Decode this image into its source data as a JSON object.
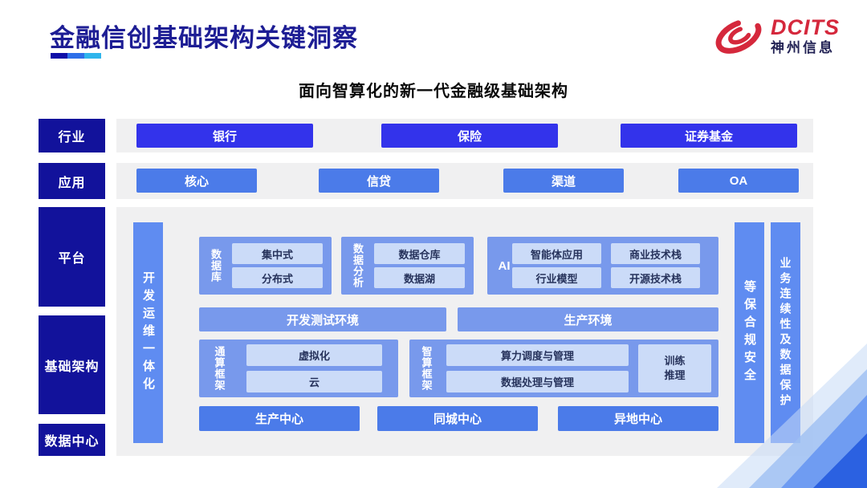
{
  "colors": {
    "brand_red": "#D5283C",
    "title_navy": "#1D1D94",
    "layer_label_navy": "#12129B",
    "industry_button_blue": "#3333EB",
    "app_button_blue": "#4B7BE9",
    "container_blue": "#7899EC",
    "pillar_blue": "#5F8CF1",
    "chip_blue": "#CBDBF8",
    "chip_text_navy": "#27335C",
    "band_gray": "#F0F0F1",
    "underline_segments": [
      "#0E0EA8",
      "#2E6FE9",
      "#2FB5EC"
    ],
    "corner_bands": [
      "#C7DAF6",
      "#9DBFF3",
      "#6F9CF2",
      "#2B61E1"
    ]
  },
  "header": {
    "title": "金融信创基础架构关键洞察",
    "subtitle": "面向智算化的新一代金融级基础架构",
    "logo_brand": "DCITS",
    "logo_company": "神州信息"
  },
  "layers": {
    "industry": {
      "label": "行业",
      "items": [
        "银行",
        "保险",
        "证券基金"
      ]
    },
    "application": {
      "label": "应用",
      "items": [
        "核心",
        "信贷",
        "渠道",
        "OA"
      ]
    },
    "platform": {
      "label": "平台"
    },
    "infrastructure": {
      "label": "基础架构"
    },
    "datacenter": {
      "label": "数据中心"
    }
  },
  "panel": {
    "devops_pillar": "开发运维一体化",
    "security_pillar": "等保合规安全",
    "continuity_pillar": "业务连续性及数据保护",
    "database": {
      "label": "数据库",
      "items": [
        "集中式",
        "分布式"
      ]
    },
    "analytics": {
      "label": "数据分析",
      "items": [
        "数据仓库",
        "数据湖"
      ]
    },
    "ai": {
      "label": "AI",
      "items": [
        "智能体应用",
        "商业技术栈",
        "行业模型",
        "开源技术栈"
      ]
    },
    "environments": [
      "开发测试环境",
      "生产环境"
    ],
    "general_compute": {
      "label": "通算框架",
      "items": [
        "虚拟化",
        "云"
      ]
    },
    "smart_compute": {
      "label": "智算框架",
      "items": [
        "算力调度与管理",
        "数据处理与管理"
      ],
      "side_box": [
        "训练",
        "推理"
      ]
    },
    "centers": [
      "生产中心",
      "同城中心",
      "异地中心"
    ]
  }
}
